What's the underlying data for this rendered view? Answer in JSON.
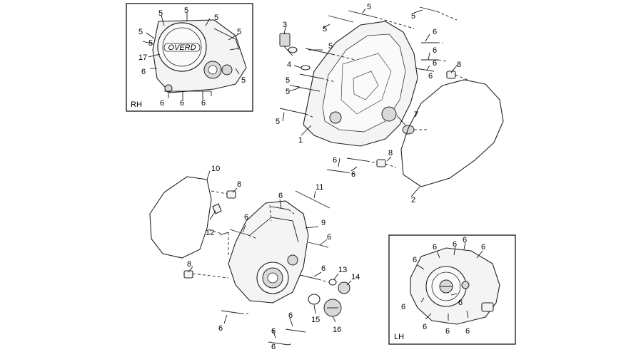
{
  "inset_right": {
    "tag": "RH",
    "logo_text": "OVERD",
    "labels": [
      "5",
      "5",
      "5",
      "5",
      "5",
      "5",
      "5",
      "17",
      "6",
      "6",
      "6",
      "6"
    ]
  },
  "inset_left": {
    "tag": "LH",
    "labels": [
      "6",
      "6",
      "6",
      "6",
      "6",
      "6",
      "6",
      "6",
      "6",
      "6"
    ]
  },
  "upper_assembly": {
    "labels": [
      "5",
      "5",
      "5",
      "5",
      "5",
      "5",
      "5",
      "3",
      "4",
      "6",
      "6",
      "6",
      "6",
      "6",
      "6",
      "8",
      "8",
      "7",
      "1",
      "2"
    ]
  },
  "lower_assembly": {
    "labels": [
      "10",
      "8",
      "8",
      "11",
      "6",
      "6",
      "6",
      "6",
      "6",
      "6",
      "6",
      "6",
      "9",
      "12",
      "13",
      "14",
      "15",
      "16"
    ]
  }
}
